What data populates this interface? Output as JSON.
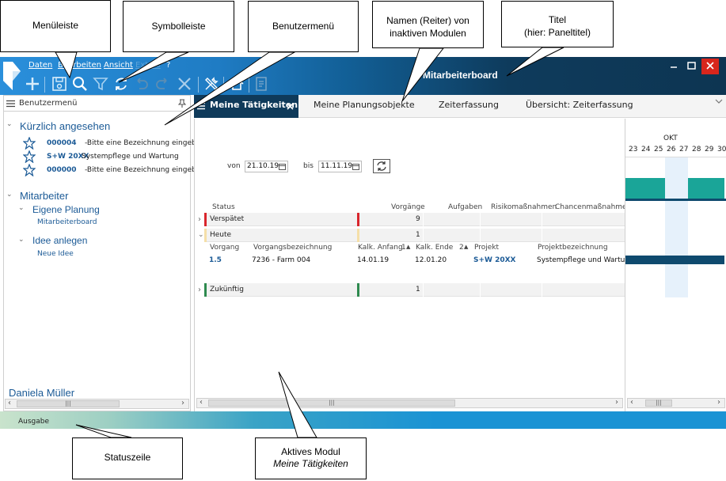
{
  "annotations": {
    "menueleiste": "Menüleiste",
    "symbolleiste": "Symbolleiste",
    "benutzermenue_top": "Benutzermenü",
    "inactive_tabs_line1": "Namen (Reiter) von",
    "inactive_tabs_line2": "inaktiven Modulen",
    "titel_line1": "Titel",
    "titel_line2": "(hier: Paneltitel)",
    "statuszeile": "Statuszeile",
    "aktives_modul_line1": "Aktives Modul",
    "aktives_modul_line2": "Meine Tätigkeiten",
    "benutzermenue_mid": "Benutzermenü"
  },
  "window": {
    "title": "Mitarbeiterboard",
    "menu": [
      "Daten",
      "Bearbeiten",
      "Ansicht",
      "Extras",
      "?"
    ],
    "toolbar_icons": [
      "back-icon",
      "add-icon",
      "save-icon",
      "search-icon",
      "filter-icon",
      "refresh-icon",
      "undo-icon",
      "redo-icon",
      "delete-icon",
      "tools-icon",
      "home-icon",
      "report-icon"
    ],
    "accent_color": "#1f7cc4",
    "title_bar_color": "#0e3b5c"
  },
  "tabs": {
    "active": "Meine Tätigkeiten",
    "inactive": [
      "Meine Planungsobjekte",
      "Zeiterfassung",
      "Übersicht: Zeiterfassung"
    ]
  },
  "left_panel": {
    "header": "Benutzermenü",
    "recent_title": "Kürzlich angesehen",
    "recent": [
      {
        "num": "000004",
        "desc": "-Bitte eine Bezeichnung eingeben-"
      },
      {
        "num": "S+W 20XX",
        "desc": "Systempflege und Wartung"
      },
      {
        "num": "000000",
        "desc": "-Bitte eine Bezeichnung eingeben-"
      }
    ],
    "mitarbeiter_title": "Mitarbeiter",
    "eigene_planung": "Eigene Planung",
    "mitarbeiterboard_link": "Mitarbeiterboard",
    "idee_anlegen": "Idee anlegen",
    "neue_idee_link": "Neue Idee",
    "user": "Daniela Müller"
  },
  "filter": {
    "from_label": "von",
    "from_value": "21.10.19",
    "to_label": "bis",
    "to_value": "11.11.19"
  },
  "table": {
    "columns": [
      "Status",
      "Vorgänge",
      "Aufgaben",
      "Risikomaßnahmen",
      "Chancenmaßnahmen"
    ],
    "groups": [
      {
        "label": "Verspätet",
        "count": "9",
        "color": "#d9262c"
      },
      {
        "label": "Heute",
        "count": "1",
        "color": "#f5dfa8"
      },
      {
        "label": "Zukünftig",
        "count": "1",
        "color": "#2e8a4f"
      }
    ],
    "detail_columns": [
      "Vorgang",
      "Vorgangsbezeichnung",
      "Kalk. Anfang",
      "1",
      "Kalk. Ende",
      "2",
      "Projekt",
      "Projektbezeichnung"
    ],
    "detail_row": {
      "vorgang": "1.5",
      "bezeichnung": "7236 - Farm 004",
      "anfang": "14.01.19",
      "ende": "12.01.20",
      "projekt": "S+W 20XX",
      "projektbezeichnung": "Systempflege und Wartung"
    }
  },
  "gantt": {
    "month": "OKT",
    "days": [
      "23",
      "24",
      "25",
      "26",
      "27",
      "28",
      "29",
      "30"
    ],
    "bar_color": "#1aa598",
    "detail_bar_color": "#0f4a6e"
  },
  "status_bar": {
    "text": "Ausgabe"
  }
}
